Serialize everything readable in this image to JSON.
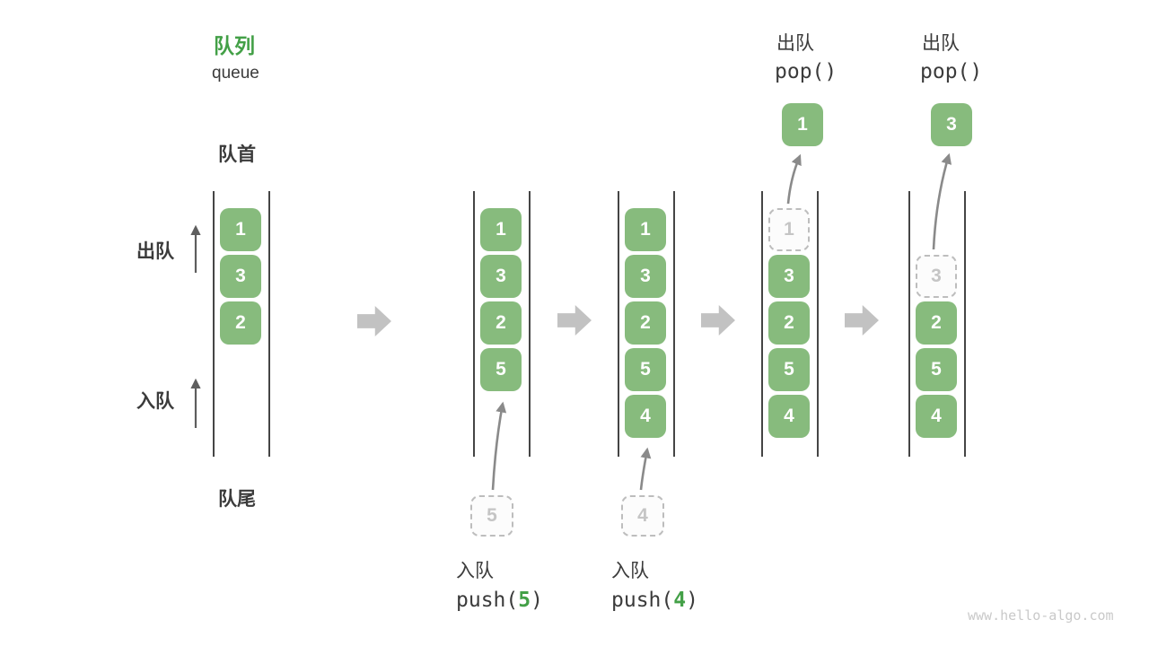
{
  "header": {
    "title_zh": "队列",
    "title_en": "queue"
  },
  "side_labels": {
    "front": "队首",
    "rear": "队尾",
    "dequeue": "出队",
    "enqueue": "入队"
  },
  "columns": {
    "c1": {
      "cells": [
        "1",
        "3",
        "2"
      ]
    },
    "c2": {
      "cells": [
        "1",
        "3",
        "2",
        "5"
      ],
      "pending": "5",
      "op_zh": "入队",
      "op_code_pre": "push(",
      "op_arg": "5",
      "op_code_post": ")"
    },
    "c3": {
      "cells": [
        "1",
        "3",
        "2",
        "5",
        "4"
      ],
      "pending": "4",
      "op_zh": "入队",
      "op_code_pre": "push(",
      "op_arg": "4",
      "op_code_post": ")"
    },
    "c4": {
      "ghost": "1",
      "cells": [
        "3",
        "2",
        "5",
        "4"
      ],
      "popped": "1",
      "op_zh": "出队",
      "op_code": "pop()"
    },
    "c5": {
      "ghost": "3",
      "cells": [
        "2",
        "5",
        "4"
      ],
      "popped": "3",
      "op_zh": "出队",
      "op_code": "pop()"
    }
  },
  "watermark": "www.hello-algo.com",
  "colors": {
    "green-box": "#87BB7D",
    "green-accent": "#43A047",
    "text-dark": "#3B3B3B",
    "wall": "#454545",
    "arrow-dark": "#5E5E5E",
    "arrow-gray": "#8A8A8A",
    "block-arrow": "#C2C2C2",
    "ghost-border": "#BDBDBD",
    "ghost-text": "#C5C5C5",
    "ghost-fill": "#FCFCFC",
    "watermark": "#C9C9C9"
  }
}
